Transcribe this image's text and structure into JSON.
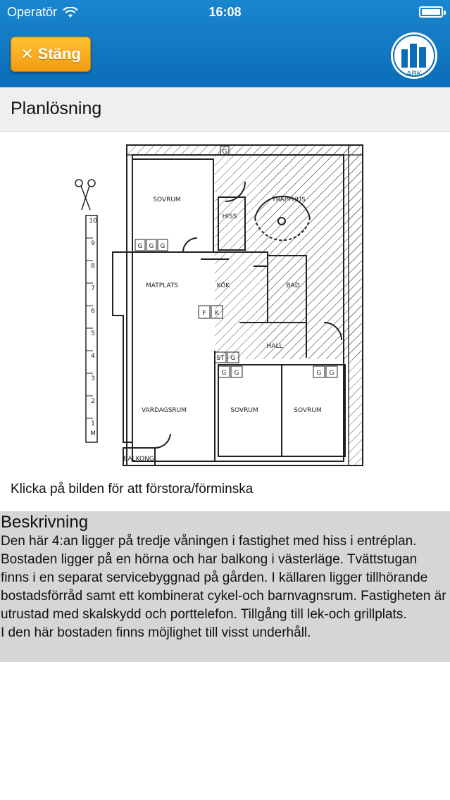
{
  "status_bar": {
    "carrier": "Operatör",
    "time": "16:08"
  },
  "nav": {
    "close_label": "Stäng",
    "logo_text": "ABK"
  },
  "header": {
    "title": "Planlösning"
  },
  "floorplan": {
    "rooms": {
      "sovrum_top": "SOVRUM",
      "trapphus": "TRAPPHUS",
      "hiss": "HISS",
      "matplats": "MATPLATS",
      "kok": "KÖK",
      "bad": "BAD",
      "hall": "HALL",
      "vardagsrum": "VARDAGSRUM",
      "sovrum_mid": "SOVRUM",
      "sovrum_right": "SOVRUM",
      "balkong": "BALKONG"
    },
    "fixtures": {
      "g": "G",
      "f": "F",
      "k": "K",
      "st": "ST"
    },
    "scale_label": "M",
    "scale_numbers": [
      "10",
      "9",
      "8",
      "7",
      "6",
      "5",
      "4",
      "3",
      "2",
      "1"
    ]
  },
  "caption": "Klicka på bilden för att förstora/förminska",
  "description": {
    "title": "Beskrivning",
    "text": "Den här 4:an ligger på tredje våningen i fastighet med hiss i entréplan. Bostaden ligger på en hörna och har balkong i västerläge. Tvättstugan finns i en separat servicebyggnad på gården. I källaren ligger tillhörande bostadsförråd samt ett kombinerat cykel-och barnvagnsrum. Fastigheten är utrustad med skalskydd och porttelefon. Tillgång till lek-och grillplats.\nI den här bostaden finns möjlighet till visst underhåll."
  }
}
